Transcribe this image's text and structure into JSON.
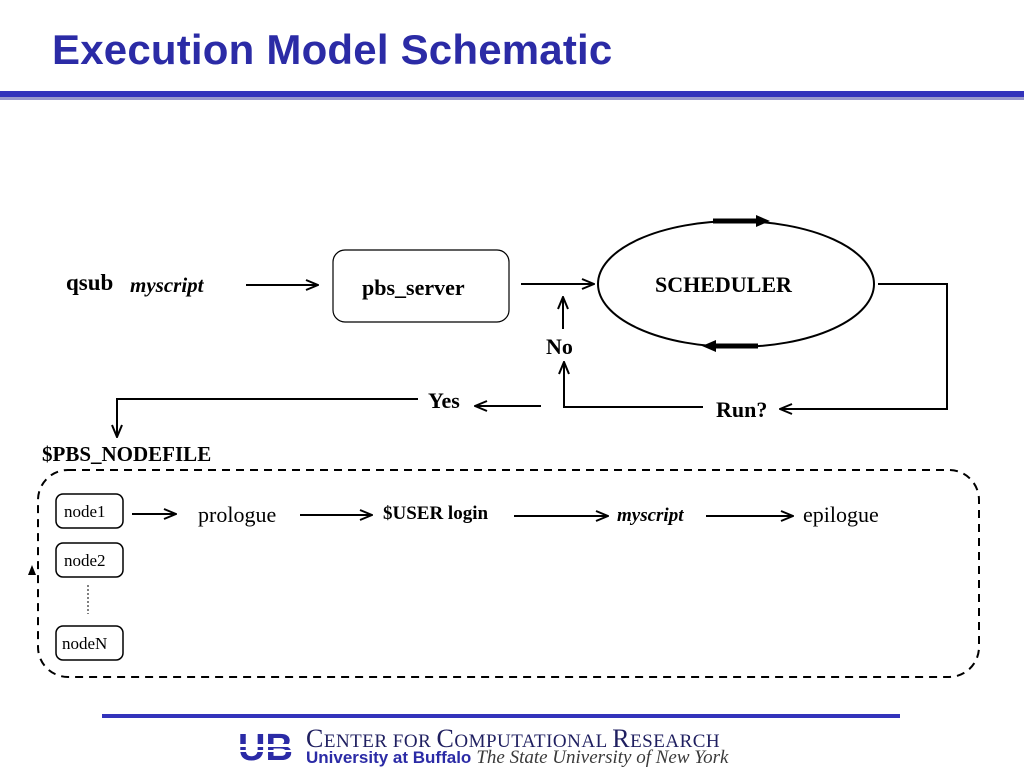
{
  "slide": {
    "title": "Execution Model Schematic"
  },
  "diagram": {
    "qsub_cmd": "qsub",
    "qsub_arg": "myscript",
    "server": "pbs_server",
    "scheduler": "SCHEDULER",
    "no_label": "No",
    "run_label": "Run?",
    "yes_label": "Yes",
    "nodefile": "$PBS_NODEFILE",
    "nodes": [
      "node1",
      "node2",
      "nodeN"
    ],
    "pipeline": {
      "prologue": "prologue",
      "user_login": "$USER login",
      "script": "myscript",
      "epilogue": "epilogue"
    }
  },
  "footer": {
    "logo": "UB",
    "center_c": "C",
    "center_rest1": "ENTER FOR ",
    "center_c2": "C",
    "center_rest2": "OMPUTATIONAL ",
    "center_r": "R",
    "center_rest3": "ESEARCH",
    "university": "University at Buffalo",
    "state_univ": "The State University of New York"
  },
  "colors": {
    "title": "#2b2ba6",
    "rule": "#3333bb",
    "ink": "#000000"
  }
}
